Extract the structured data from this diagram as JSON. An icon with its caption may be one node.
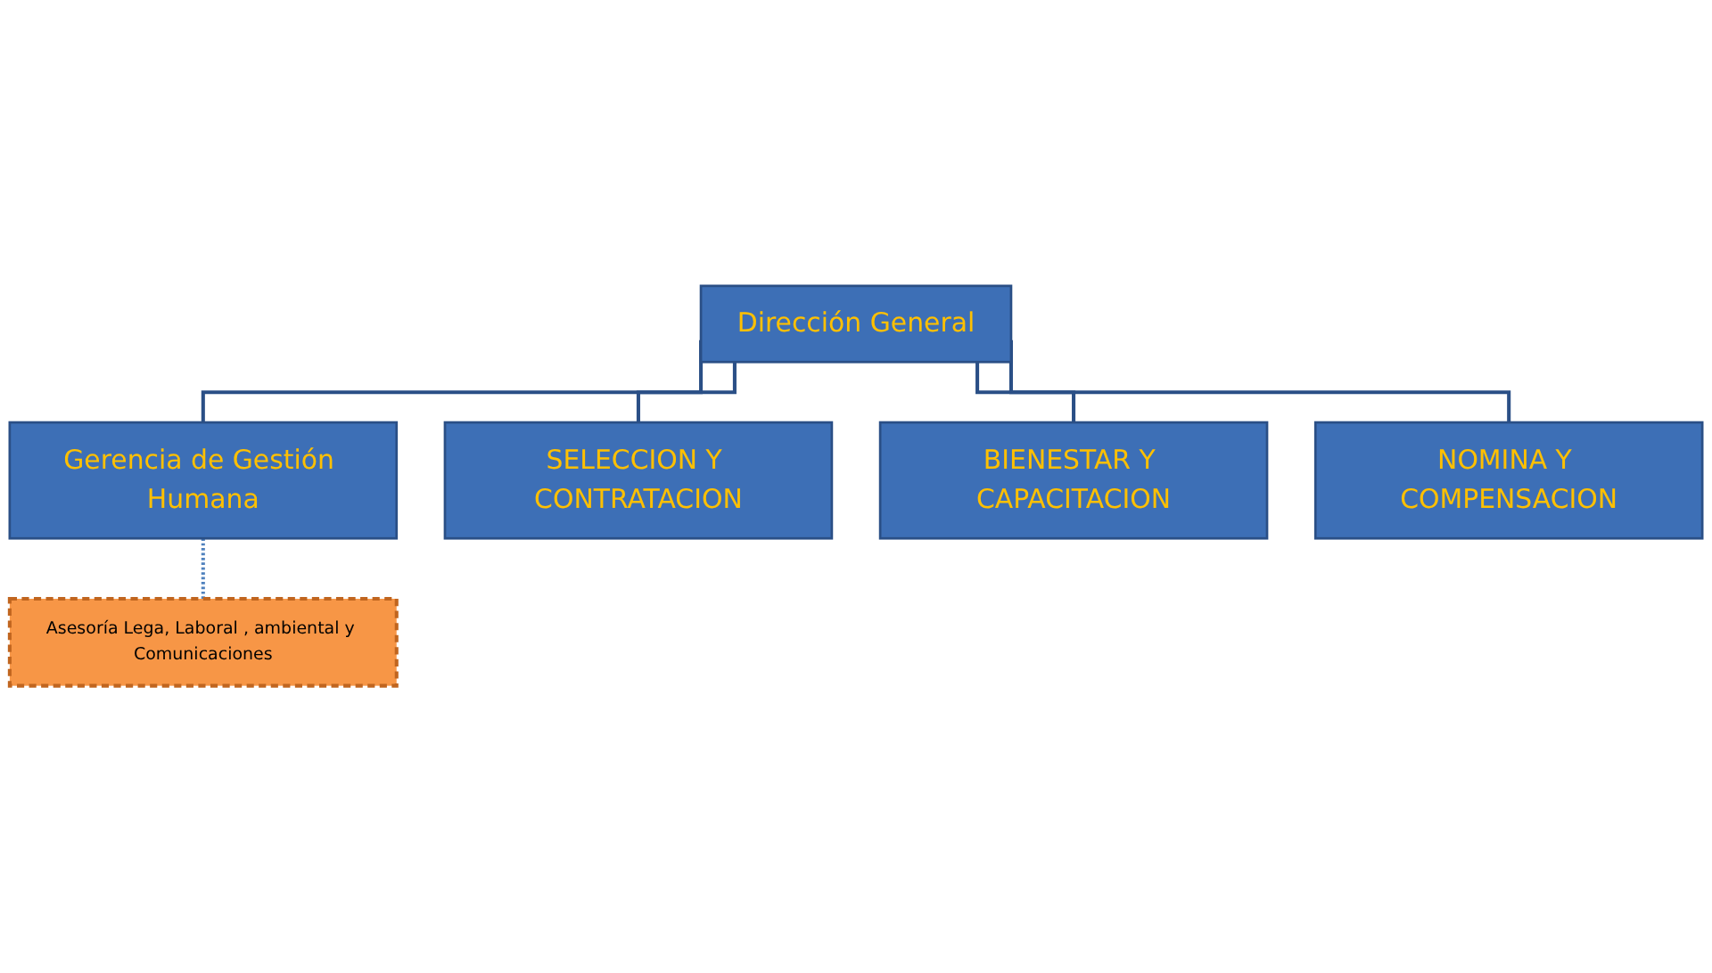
{
  "diagram": {
    "nodes": [
      {
        "text": [
          "Dirección General"
        ]
      },
      {
        "text": [
          "Gerencia de Gestión Humana"
        ]
      },
      {
        "text": [
          "Asesoría Lega, Laboral , ambiental y Comunicaciones"
        ]
      },
      {
        "text": [
          "SELECCION Y CONTRATACION"
        ]
      },
      {
        "text": [
          "BIENESTAR Y CAPACITACION"
        ]
      },
      {
        "text": [
          "NOMINA Y COMPENSACION"
        ]
      }
    ],
    "edges": [
      {
        "from": 0,
        "to": 1,
        "arrow": "none"
      },
      {
        "from": 1,
        "to": 2,
        "arrow": "none",
        "style": "dashed",
        "color": "#4f81bd"
      },
      {
        "from": 0,
        "to": 3,
        "arrow": "none"
      },
      {
        "from": 0,
        "to": 4,
        "arrow": "none"
      },
      {
        "from": 0,
        "to": 5,
        "arrow": "none"
      }
    ]
  }
}
